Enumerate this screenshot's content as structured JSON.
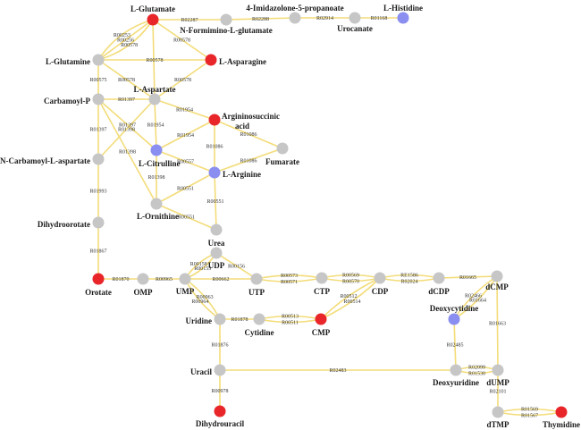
{
  "colors": {
    "default": "#c6c6c6",
    "highlighted_red": "#e8262a",
    "highlighted_blue": "#8a8ef0",
    "edge": "#f3dc79"
  },
  "nodes": [
    {
      "id": "glutamate",
      "label": "L-Glutamate",
      "color": "red"
    },
    {
      "id": "nformimino",
      "label": "N-Formimino-L-glutamate",
      "color": "gray"
    },
    {
      "id": "imidazolone",
      "label": "4-Imidazolone-5-propanoate",
      "color": "gray"
    },
    {
      "id": "urocanate",
      "label": "Urocanate",
      "color": "gray"
    },
    {
      "id": "histidine",
      "label": "L-Histidine",
      "color": "blue"
    },
    {
      "id": "glutamine",
      "label": "L-Glutamine",
      "color": "gray"
    },
    {
      "id": "asparagine",
      "label": "L-Asparagine",
      "color": "red"
    },
    {
      "id": "carbamoylp",
      "label": "Carbamoyl-P",
      "color": "gray"
    },
    {
      "id": "aspartate",
      "label": "L-Aspartate",
      "color": "gray"
    },
    {
      "id": "argsucc",
      "label": "Argininosuccinic acid",
      "color": "red"
    },
    {
      "id": "fumarate",
      "label": "Fumarate",
      "color": "gray"
    },
    {
      "id": "citrulline",
      "label": "L-Citrulline",
      "color": "blue"
    },
    {
      "id": "ncarbasp",
      "label": "N-Carbamoyl-L-aspartate",
      "color": "gray"
    },
    {
      "id": "arginine",
      "label": "L-Arginine",
      "color": "blue"
    },
    {
      "id": "ornithine",
      "label": "L-Ornithine",
      "color": "gray"
    },
    {
      "id": "dihydroorotate",
      "label": "Dihydroorotate",
      "color": "gray"
    },
    {
      "id": "urea",
      "label": "Urea",
      "color": "gray"
    },
    {
      "id": "udp",
      "label": "UDP",
      "color": "gray"
    },
    {
      "id": "orotate",
      "label": "Orotate",
      "color": "red"
    },
    {
      "id": "omp",
      "label": "OMP",
      "color": "gray"
    },
    {
      "id": "ump",
      "label": "UMP",
      "color": "gray"
    },
    {
      "id": "utp",
      "label": "UTP",
      "color": "gray"
    },
    {
      "id": "ctp",
      "label": "CTP",
      "color": "gray"
    },
    {
      "id": "cdp",
      "label": "CDP",
      "color": "gray"
    },
    {
      "id": "dcdp",
      "label": "dCDP",
      "color": "gray"
    },
    {
      "id": "dcmp",
      "label": "dCMP",
      "color": "gray"
    },
    {
      "id": "deoxycytidine",
      "label": "Deoxycytidine",
      "color": "blue"
    },
    {
      "id": "uridine",
      "label": "Uridine",
      "color": "gray"
    },
    {
      "id": "cytidine",
      "label": "Cytidine",
      "color": "gray"
    },
    {
      "id": "cmp",
      "label": "CMP",
      "color": "red"
    },
    {
      "id": "uracil",
      "label": "Uracil",
      "color": "gray"
    },
    {
      "id": "deoxyuridine",
      "label": "Deoxyuridine",
      "color": "gray"
    },
    {
      "id": "dump",
      "label": "dUMP",
      "color": "gray"
    },
    {
      "id": "dihydrouracil",
      "label": "Dihydrouracil",
      "color": "red"
    },
    {
      "id": "dtmp",
      "label": "dTMP",
      "color": "gray"
    },
    {
      "id": "thymidine",
      "label": "Thymidine",
      "color": "red"
    }
  ],
  "edges": [
    {
      "source": "glutamate",
      "target": "nformimino",
      "label": "R02287"
    },
    {
      "source": "nformimino",
      "target": "imidazolone",
      "label": "R02288"
    },
    {
      "source": "imidazolone",
      "target": "urocanate",
      "label": "R02914"
    },
    {
      "source": "urocanate",
      "target": "histidine",
      "label": "R01168"
    },
    {
      "source": "glutamine",
      "target": "glutamate",
      "label": "R00253"
    },
    {
      "source": "glutamine",
      "target": "glutamate",
      "label": "R00256"
    },
    {
      "source": "glutamine",
      "target": "glutamate",
      "label": "R00578"
    },
    {
      "source": "glutamate",
      "target": "asparagine",
      "label": "R00578"
    },
    {
      "source": "glutamine",
      "target": "asparagine",
      "label": "R00578"
    },
    {
      "source": "glutamate",
      "target": "aspartate",
      "label": ""
    },
    {
      "source": "aspartate",
      "target": "asparagine",
      "label": "R00578"
    },
    {
      "source": "glutamine",
      "target": "aspartate",
      "label": "R00578"
    },
    {
      "source": "glutamine",
      "target": "carbamoylp",
      "label": "R00575"
    },
    {
      "source": "carbamoylp",
      "target": "aspartate",
      "label": "R01397"
    },
    {
      "source": "aspartate",
      "target": "argsucc",
      "label": "R01954"
    },
    {
      "source": "aspartate",
      "target": "citrulline",
      "label": "R01954"
    },
    {
      "source": "citrulline",
      "target": "argsucc",
      "label": "R01954"
    },
    {
      "source": "argsucc",
      "target": "fumarate",
      "label": "R01086"
    },
    {
      "source": "argsucc",
      "target": "arginine",
      "label": "R01086"
    },
    {
      "source": "fumarate",
      "target": "arginine",
      "label": "R01086"
    },
    {
      "source": "carbamoylp",
      "target": "ncarbasp",
      "label": "R01397"
    },
    {
      "source": "aspartate",
      "target": "ncarbasp",
      "label": "R01398"
    },
    {
      "source": "carbamoylp",
      "target": "citrulline",
      "label": "R01397"
    },
    {
      "source": "carbamoylp",
      "target": "ornithine",
      "label": "R01398"
    },
    {
      "source": "citrulline",
      "target": "arginine",
      "label": "R00557"
    },
    {
      "source": "citrulline",
      "target": "ornithine",
      "label": "R01398"
    },
    {
      "source": "ornithine",
      "target": "arginine",
      "label": "R00551"
    },
    {
      "source": "arginine",
      "target": "urea",
      "label": "R00551"
    },
    {
      "source": "ornithine",
      "target": "urea",
      "label": "R00551"
    },
    {
      "source": "ncarbasp",
      "target": "dihydroorotate",
      "label": "R01993"
    },
    {
      "source": "dihydroorotate",
      "target": "orotate",
      "label": "R01867"
    },
    {
      "source": "orotate",
      "target": "omp",
      "label": "R01870"
    },
    {
      "source": "omp",
      "target": "ump",
      "label": "R00965"
    },
    {
      "source": "ump",
      "target": "udp",
      "label": "R00158"
    },
    {
      "source": "ump",
      "target": "udp",
      "label": "R00155"
    },
    {
      "source": "udp",
      "target": "utp",
      "label": "R00156"
    },
    {
      "source": "ump",
      "target": "utp",
      "label": "R00662"
    },
    {
      "source": "utp",
      "target": "ctp",
      "label": "R00573"
    },
    {
      "source": "utp",
      "target": "ctp",
      "label": "R00571"
    },
    {
      "source": "ctp",
      "target": "cdp",
      "label": "R00569"
    },
    {
      "source": "ctp",
      "target": "cdp",
      "label": "R00570"
    },
    {
      "source": "cmp",
      "target": "cdp",
      "label": "R00512"
    },
    {
      "source": "cmp",
      "target": "cdp",
      "label": "R00514"
    },
    {
      "source": "cdp",
      "target": "dcdp",
      "label": "RE1586"
    },
    {
      "source": "cdp",
      "target": "dcdp",
      "label": "R02024"
    },
    {
      "source": "dcdp",
      "target": "dcmp",
      "label": "R01665"
    },
    {
      "source": "deoxycytidine",
      "target": "dcmp",
      "label": "R02466"
    },
    {
      "source": "deoxycytidine",
      "target": "dcmp",
      "label": "R01664"
    },
    {
      "source": "dcmp",
      "target": "dump",
      "label": "R01663"
    },
    {
      "source": "ump",
      "target": "uridine",
      "label": "R00963"
    },
    {
      "source": "ump",
      "target": "uridine",
      "label": "R00964"
    },
    {
      "source": "uridine",
      "target": "cytidine",
      "label": "R01878"
    },
    {
      "source": "cytidine",
      "target": "cmp",
      "label": "R00513"
    },
    {
      "source": "cytidine",
      "target": "cmp",
      "label": "R00511"
    },
    {
      "source": "uridine",
      "target": "uracil",
      "label": "R01876"
    },
    {
      "source": "uracil",
      "target": "dihydrouracil",
      "label": "R00978"
    },
    {
      "source": "uracil",
      "target": "deoxyuridine",
      "label": "R02483"
    },
    {
      "source": "deoxycytidine",
      "target": "deoxyuridine",
      "label": "R02485"
    },
    {
      "source": "deoxyuridine",
      "target": "dump",
      "label": "R02099"
    },
    {
      "source": "deoxyuridine",
      "target": "dump",
      "label": "R01530"
    },
    {
      "source": "dump",
      "target": "dtmp",
      "label": "R02101"
    },
    {
      "source": "dtmp",
      "target": "thymidine",
      "label": "R01569"
    },
    {
      "source": "dtmp",
      "target": "thymidine",
      "label": "R01567"
    }
  ]
}
